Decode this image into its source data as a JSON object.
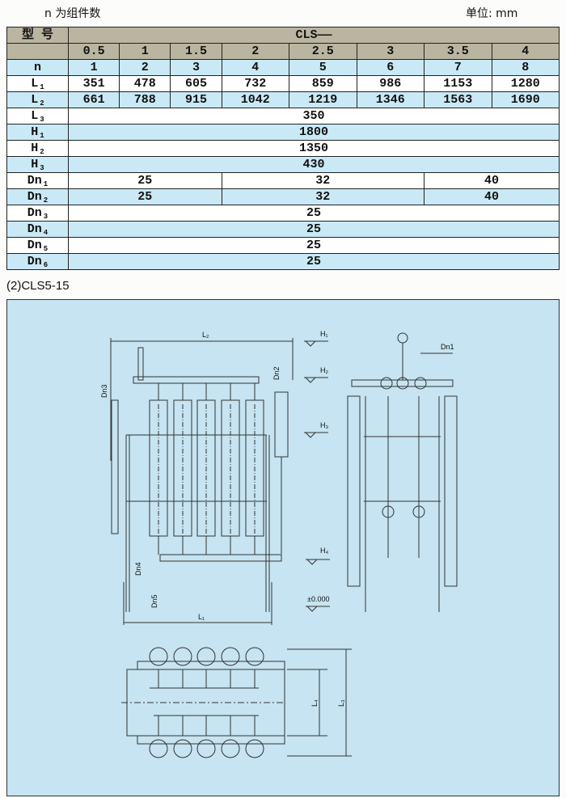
{
  "header": {
    "note": "n 为组件数",
    "unit": "单位: mm"
  },
  "table": {
    "model_label": "型 号",
    "series": "CLS——",
    "models": [
      "0.5",
      "1",
      "1.5",
      "2",
      "2.5",
      "3",
      "3.5",
      "4"
    ],
    "rows": [
      {
        "key": "n",
        "sub": "",
        "values": [
          "1",
          "2",
          "3",
          "4",
          "5",
          "6",
          "7",
          "8"
        ]
      },
      {
        "key": "L",
        "sub": "1",
        "values": [
          "351",
          "478",
          "605",
          "732",
          "859",
          "986",
          "1153",
          "1280"
        ]
      },
      {
        "key": "L",
        "sub": "2",
        "values": [
          "661",
          "788",
          "915",
          "1042",
          "1219",
          "1346",
          "1563",
          "1690"
        ]
      },
      {
        "key": "L",
        "sub": "3",
        "span": "350"
      },
      {
        "key": "H",
        "sub": "1",
        "span": "1800"
      },
      {
        "key": "H",
        "sub": "2",
        "span": "1350"
      },
      {
        "key": "H",
        "sub": "3",
        "span": "430"
      },
      {
        "key": "Dn",
        "sub": "1",
        "groups": [
          "25",
          "32",
          "40"
        ]
      },
      {
        "key": "Dn",
        "sub": "2",
        "groups": [
          "25",
          "32",
          "40"
        ]
      },
      {
        "key": "Dn",
        "sub": "3",
        "span": "25"
      },
      {
        "key": "Dn",
        "sub": "4",
        "span": "25"
      },
      {
        "key": "Dn",
        "sub": "5",
        "span": "25"
      },
      {
        "key": "Dn",
        "sub": "6",
        "span": "25"
      }
    ]
  },
  "section_title": "(2)CLS5-15",
  "drawing": {
    "labels": {
      "L1": "L₁",
      "L2": "L₂",
      "L3": "L₃",
      "L4": "L₄",
      "H1": "H₁",
      "H2": "H₂",
      "H3": "H₃",
      "H4": "H₄",
      "ground": "±0.000",
      "Dn1": "Dn1",
      "Dn2": "Dn2",
      "Dn3": "Dn3",
      "Dn4": "Dn4",
      "Dn5": "Dn5"
    },
    "line_color": "#333333",
    "bg_color": "#c6e4f1"
  }
}
